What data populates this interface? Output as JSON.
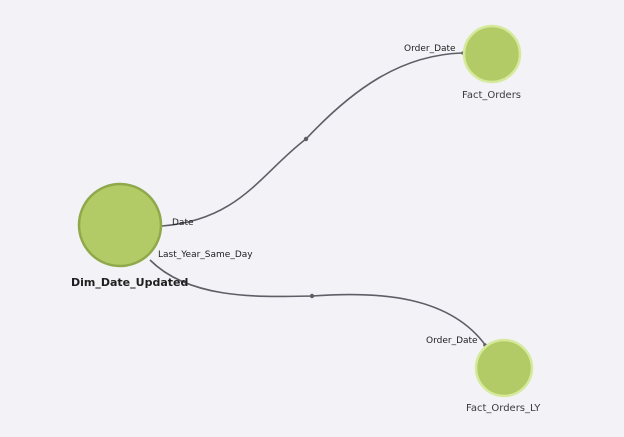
{
  "diagram": {
    "nodes": {
      "main": {
        "label": "Dim_Date_Updated"
      },
      "fact_orders": {
        "label": "Fact_Orders"
      },
      "fact_orders_ly": {
        "label": "Fact_Orders_LY"
      }
    },
    "edges": [
      {
        "from_label": "Date",
        "to_label": "Order_Date"
      },
      {
        "from_label": "Last_Year_Same_Day",
        "to_label": "Order_Date"
      }
    ]
  },
  "colors": {
    "background": "#f3f2f7",
    "node_fill": "#b2cb67",
    "main_node_border": "#8fa94a",
    "leaf_node_border": "#d7ea9c",
    "edge": "#5e5e66"
  }
}
